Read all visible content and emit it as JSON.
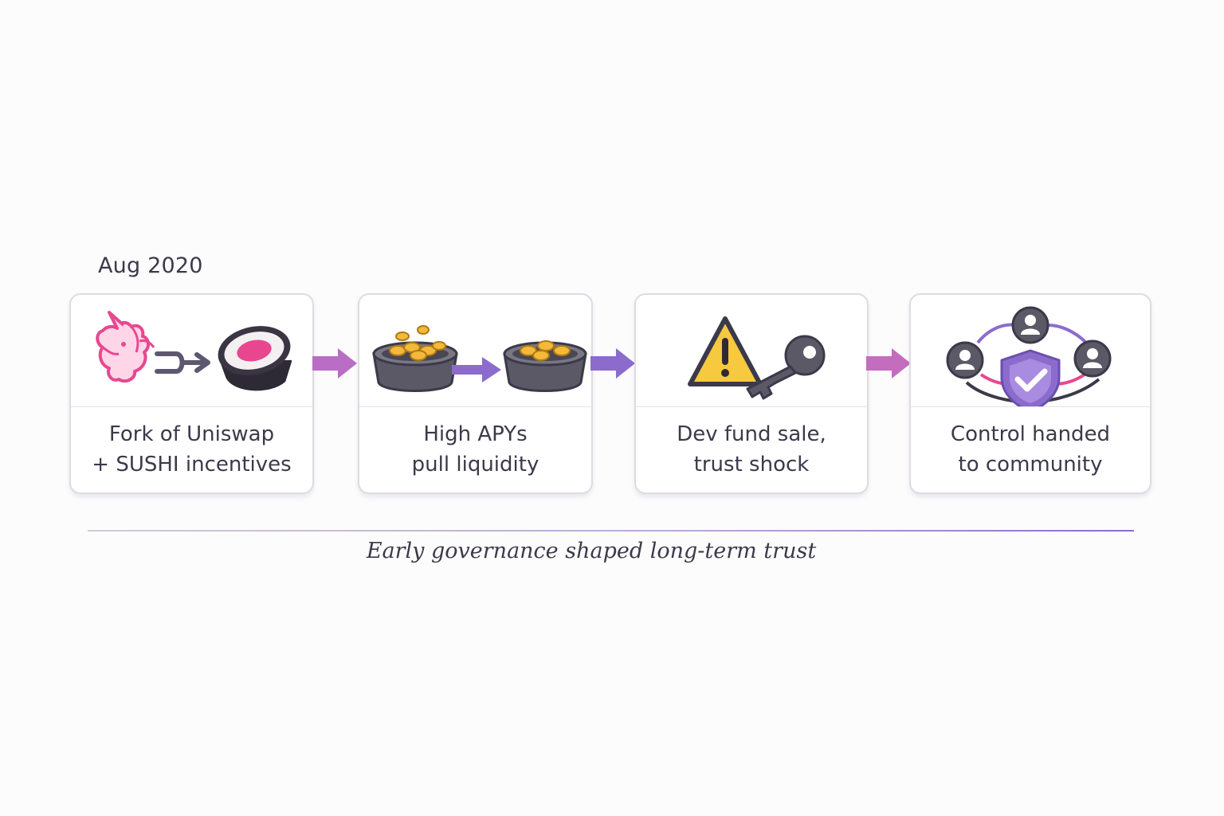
{
  "header": {
    "date": "Aug 2020"
  },
  "steps": [
    {
      "line1": "Fork of Uniswap",
      "line2": "+ SUSHI incentives",
      "icons": [
        "unicorn-icon",
        "fork-arrow-icon",
        "sushi-roll-icon"
      ]
    },
    {
      "line1": "High APYs",
      "line2": "pull liquidity",
      "icons": [
        "coin-pool-icon",
        "flow-arrow-icon",
        "coin-pool-icon"
      ]
    },
    {
      "line1": "Dev fund sale,",
      "line2": "trust shock",
      "icons": [
        "warning-icon",
        "key-icon"
      ]
    },
    {
      "line1": "Control handed",
      "line2": "to community",
      "icons": [
        "community-users-icon",
        "shield-check-icon"
      ]
    }
  ],
  "footer": {
    "tagline": "Early governance shaped long-term trust"
  },
  "colors": {
    "pink": "#e8478f",
    "purple": "#8b6ccd",
    "violet": "#b96dc4",
    "dark": "#3b3a4a",
    "gold": "#f2b93b",
    "warning": "#f6c93f"
  }
}
